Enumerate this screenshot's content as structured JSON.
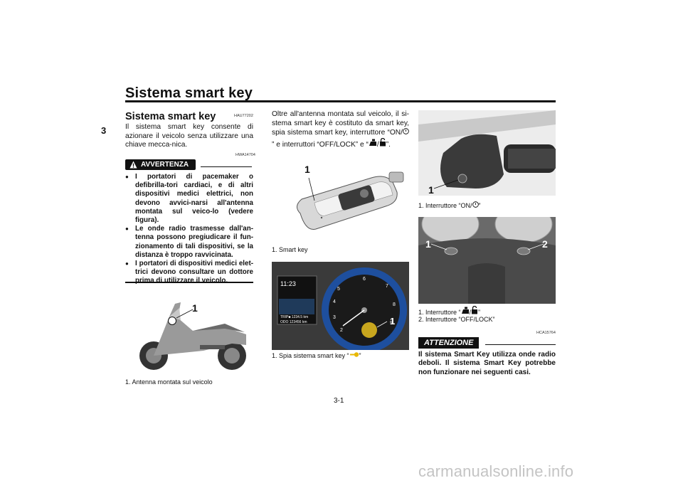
{
  "header": {
    "title": "Sistema smart key"
  },
  "chapter": "3",
  "section": {
    "title": "Sistema smart key",
    "code": "HAU77202",
    "intro": "Il sistema smart key consente di azionare il veicolo senza utilizzare una chiave mecca-nica."
  },
  "warning": {
    "code": "HWA14704",
    "label": "AVVERTENZA",
    "bullets": [
      "I portatori di pacemaker o defibrilla-tori cardiaci, e di altri dispositivi medici elettrici, non devono avvici-narsi all'antenna montata sul veico-lo (vedere figura).",
      "Le onde radio trasmesse dall'an-tenna possono pregiudicare il fun-zionamento di tali dispositivi, se la distanza è troppo ravvicinata.",
      "I portatori di dispositivi medici elet-trici devono consultare un dottore prima di utilizzare il veicolo."
    ]
  },
  "figures": {
    "antenna": {
      "callout": "1",
      "caption": "1. Antenna montata sul veicolo"
    },
    "smartkey": {
      "callout": "1",
      "caption": "1. Smart key"
    },
    "meter": {
      "callout": "1",
      "caption": "1. Spia sistema smart key “",
      "caption_end": "”",
      "clock": "11:23",
      "trip": "TRIP■ 1234.5 km",
      "odo": "ODO 123456 km"
    },
    "switch_on": {
      "callout": "1",
      "caption": "1. Interruttore “ON/",
      "caption_end": "”"
    },
    "switch_lock": {
      "callout1": "1",
      "callout2": "2",
      "caption1": "1. Interruttore “",
      "caption1_end": "”",
      "caption2": "2. Interruttore “OFF/LOCK”"
    }
  },
  "middle_text": {
    "line1": "Oltre all'antenna montata sul veicolo, il si-stema smart key è costituto da smart key, spia sistema smart key, interruttore “ON/",
    "line2": "” e interruttori “OFF/LOCK” e “",
    "line3": "”."
  },
  "attention": {
    "code": "HCA15764",
    "label": "ATTENZIONE",
    "text": "Il sistema Smart Key utilizza onde radio deboli. Il sistema Smart Key potrebbe non funzionare nei seguenti casi."
  },
  "page_number": "3-1",
  "watermark": "carmanualsonline.info"
}
